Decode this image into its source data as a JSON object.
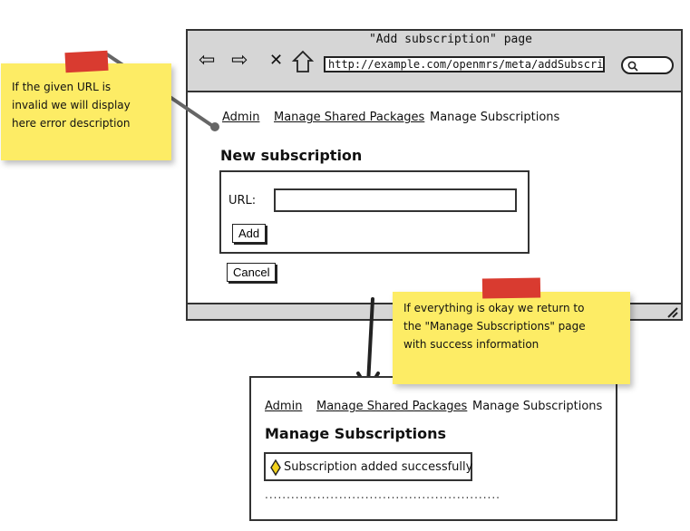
{
  "browser": {
    "title": "\"Add subscription\" page",
    "url": "http://example.com/openmrs/meta/addSubscript",
    "icons": [
      "back-arrow-icon",
      "forward-arrow-icon",
      "stop-x-icon",
      "home-icon",
      "search-icon"
    ]
  },
  "form_page": {
    "breadcrumbs": [
      "Admin",
      "Manage Shared Packages",
      "Manage Subscriptions"
    ],
    "heading": "New subscription",
    "url_label": "URL:",
    "url_value": "",
    "add_label": "Add",
    "cancel_label": "Cancel"
  },
  "notes": {
    "error_note": [
      "If the given URL is",
      "invalid we will display",
      "here error description"
    ],
    "success_note": [
      "If everything is okay we return to",
      "the \"Manage Subscriptions\" page",
      "with success information"
    ]
  },
  "result_page": {
    "breadcrumbs": [
      "Admin",
      "Manage Shared Packages",
      "Manage Subscriptions"
    ],
    "heading": "Manage Subscriptions",
    "success_message": "Subscription added successfully",
    "dotted_line": "......................................................"
  },
  "colors": {
    "note_yellow": "#fdec65",
    "tape_red": "#d93b30",
    "chrome_gray": "#d6d6d6"
  }
}
